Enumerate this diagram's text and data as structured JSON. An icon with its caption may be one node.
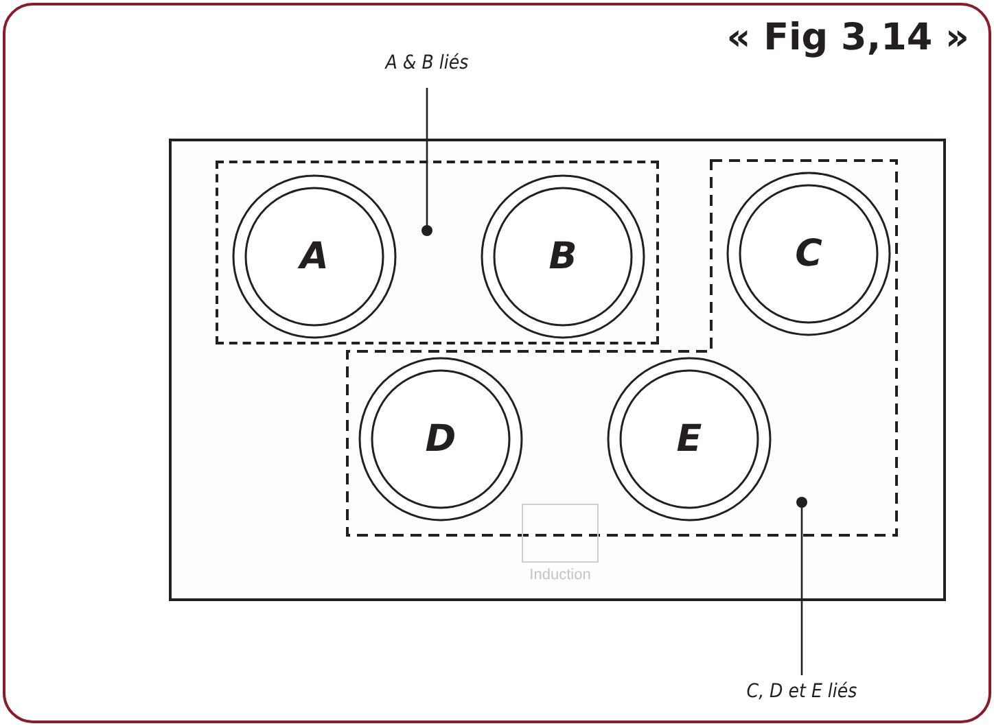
{
  "diagram": {
    "title": "« Fig 3,14 »",
    "nodes": [
      {
        "text": [
          "A & B liés"
        ]
      },
      {
        "text": [],
        "shape": "box"
      },
      {
        "text": [],
        "shape": "box",
        "in": 1
      },
      {
        "text": [
          "A"
        ],
        "in": 2
      },
      {
        "text": [
          "B"
        ],
        "in": 2
      },
      {
        "text": [],
        "shape": "box",
        "in": 1
      },
      {
        "text": [
          "C"
        ],
        "in": 5
      },
      {
        "text": [
          "D"
        ],
        "in": 5
      },
      {
        "text": [
          "E"
        ],
        "in": 5
      },
      {
        "text": [
          "Induction"
        ],
        "in": 1
      },
      {
        "text": [
          "C, D et E liés"
        ]
      }
    ],
    "edges": [
      {
        "from": 0,
        "to": 2,
        "arrow": "other"
      },
      {
        "from": 10,
        "to": 5,
        "arrow": "other"
      }
    ]
  }
}
